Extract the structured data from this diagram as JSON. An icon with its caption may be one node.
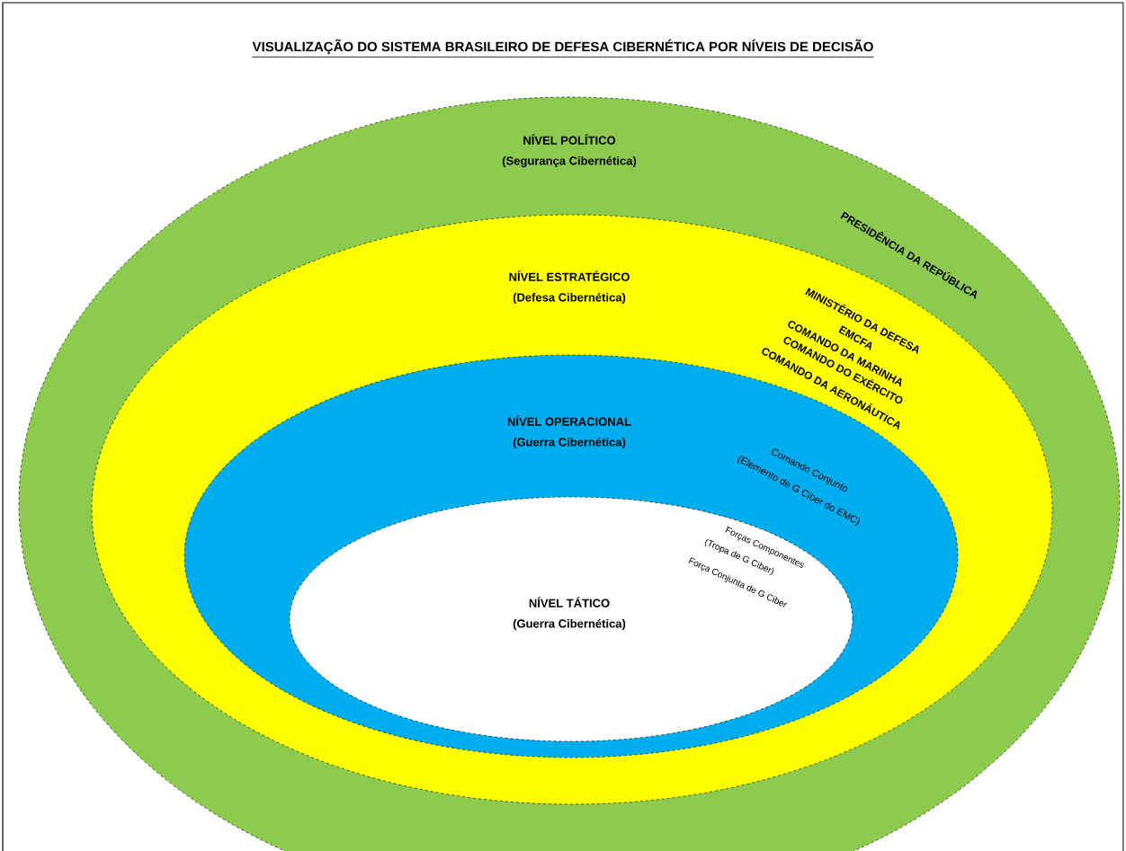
{
  "diagram": {
    "title": "VISUALIZAÇÃO DO SISTEMA BRASILEIRO DE DEFESA CIBERNÉTICA POR NÍVEIS DE DECISÃO",
    "nodes": [
      {
        "text": [
          "NÍVEL POLÍTICO",
          "(Segurança Cibernética)",
          "PRESIDÊNCIA DA REPÚBLICA"
        ]
      },
      {
        "text": [
          "NÍVEL ESTRATÉGICO",
          "(Defesa Cibernética)",
          "MINISTÉRIO DA DEFESA",
          "EMCFA",
          "COMANDO DA MARINHA",
          "COMANDO DO EXÉRCITO",
          "COMANDO DA AERONÁUTICA"
        ],
        "in": 0
      },
      {
        "text": [
          "NÍVEL OPERACIONAL",
          "(Guerra Cibernética)",
          "Comando Conjunto",
          "(Elemento de G Ciber do EMC)"
        ],
        "in": 1
      },
      {
        "text": [
          "NÍVEL TÁTICO",
          "(Guerra Cibernética)",
          "Forças Componentes",
          "(Tropa de G Ciber)",
          "Força Conjunta de G Ciber"
        ],
        "in": 2
      }
    ]
  }
}
